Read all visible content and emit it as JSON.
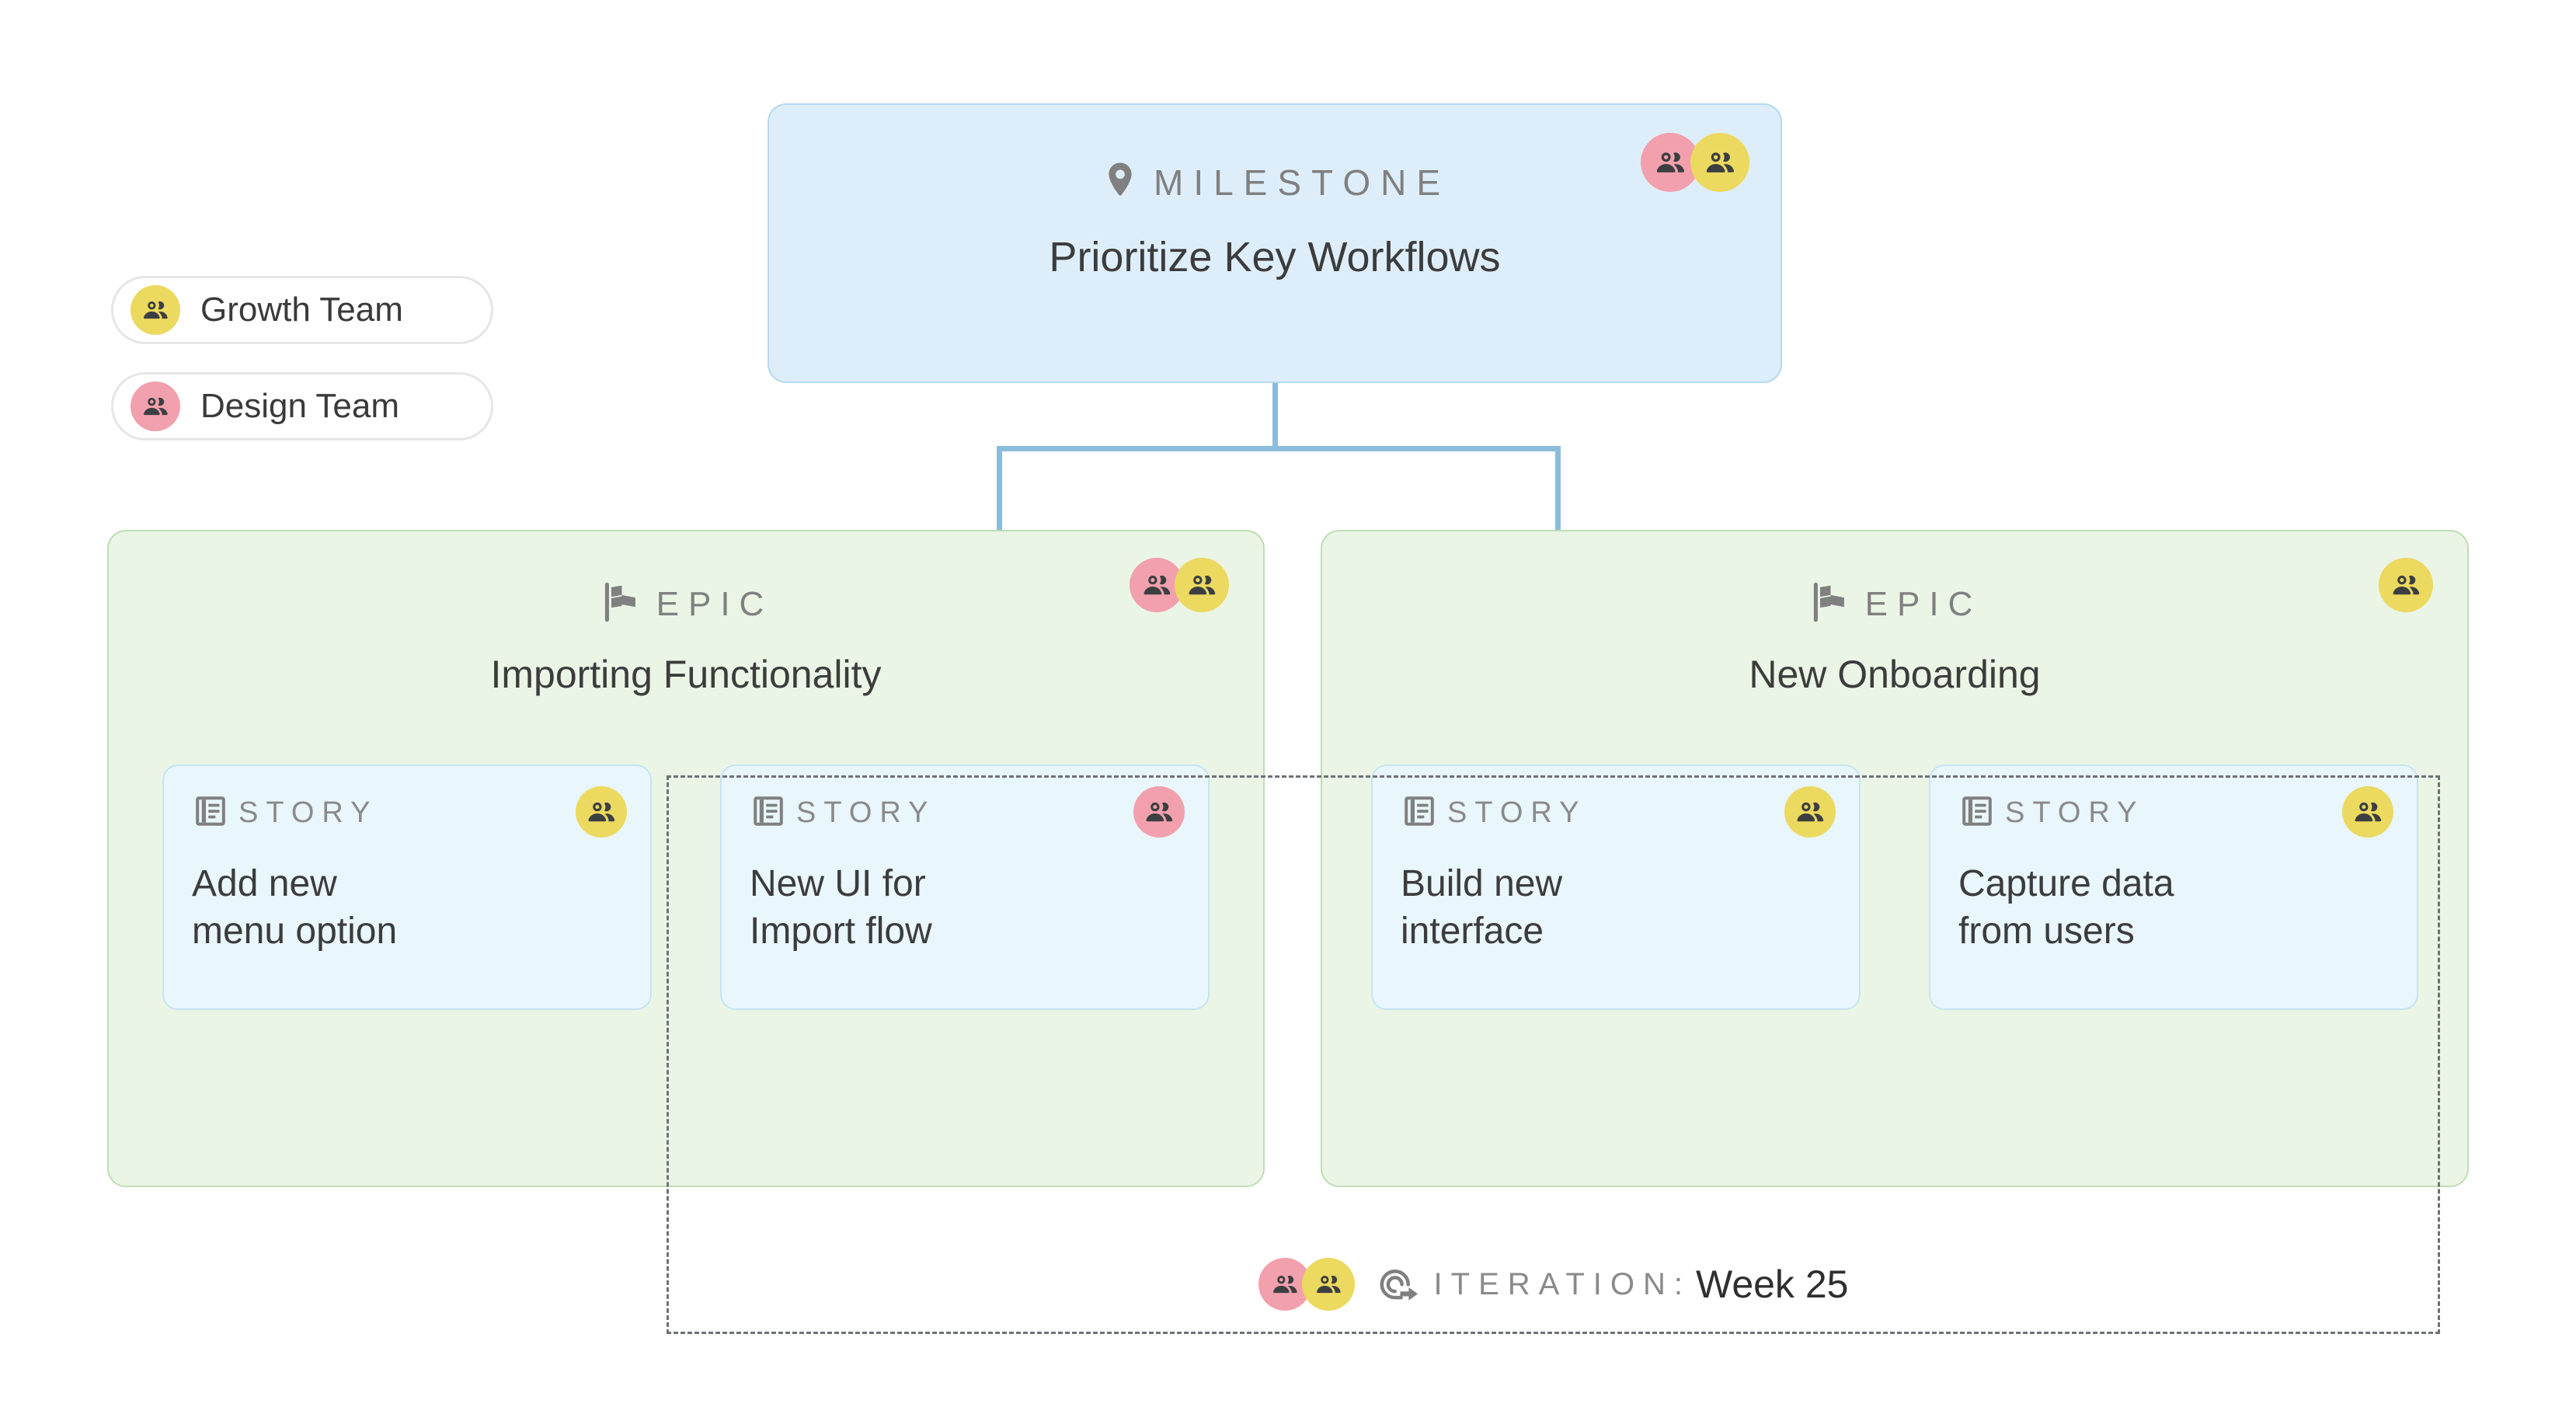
{
  "legend": {
    "items": [
      {
        "label": "Growth Team",
        "color": "#ecd95f",
        "icon": "users-icon"
      },
      {
        "label": "Design Team",
        "color": "#f2a0ad",
        "icon": "users-icon"
      }
    ]
  },
  "milestone": {
    "kicker": "MILESTONE",
    "title": "Prioritize Key Workflows",
    "icon": "map-pin-icon",
    "bg_color": "#ddeefa",
    "border_color": "#b6d9ef",
    "avatars": [
      "#f2a0ad",
      "#ecd95f"
    ]
  },
  "connector": {
    "color": "#8cbcdc"
  },
  "epics": [
    {
      "kicker": "EPIC",
      "title": "Importing Functionality",
      "icon": "flag-icon",
      "bg_color": "#eaf5e6",
      "border_color": "#bfdfb5",
      "avatars": [
        "#f2a0ad",
        "#ecd95f"
      ],
      "stories": [
        {
          "kicker": "STORY",
          "title": "Add new\nmenu option",
          "icon": "story-icon",
          "bg_color": "#e9f6fc",
          "border_color": "#c6e4f3",
          "avatars": [
            "#ecd95f"
          ]
        },
        {
          "kicker": "STORY",
          "title": "New UI for\nImport flow",
          "icon": "story-icon",
          "bg_color": "#e9f6fc",
          "border_color": "#c6e4f3",
          "avatars": [
            "#f2a0ad"
          ]
        }
      ]
    },
    {
      "kicker": "EPIC",
      "title": "New Onboarding",
      "icon": "flag-icon",
      "bg_color": "#eaf5e6",
      "border_color": "#bfdfb5",
      "avatars": [
        "#ecd95f"
      ],
      "stories": [
        {
          "kicker": "STORY",
          "title": "Build new\ninterface",
          "icon": "story-icon",
          "bg_color": "#e9f6fc",
          "border_color": "#c6e4f3",
          "avatars": [
            "#ecd95f"
          ]
        },
        {
          "kicker": "STORY",
          "title": "Capture data\nfrom users",
          "icon": "story-icon",
          "bg_color": "#e9f6fc",
          "border_color": "#c6e4f3",
          "avatars": [
            "#ecd95f"
          ]
        }
      ]
    }
  ],
  "iteration": {
    "kicker": "ITERATION:",
    "value": "Week 25",
    "icon": "iteration-cycle-icon",
    "border_color": "#6e7276",
    "avatars": [
      "#f2a0ad",
      "#ecd95f"
    ]
  }
}
